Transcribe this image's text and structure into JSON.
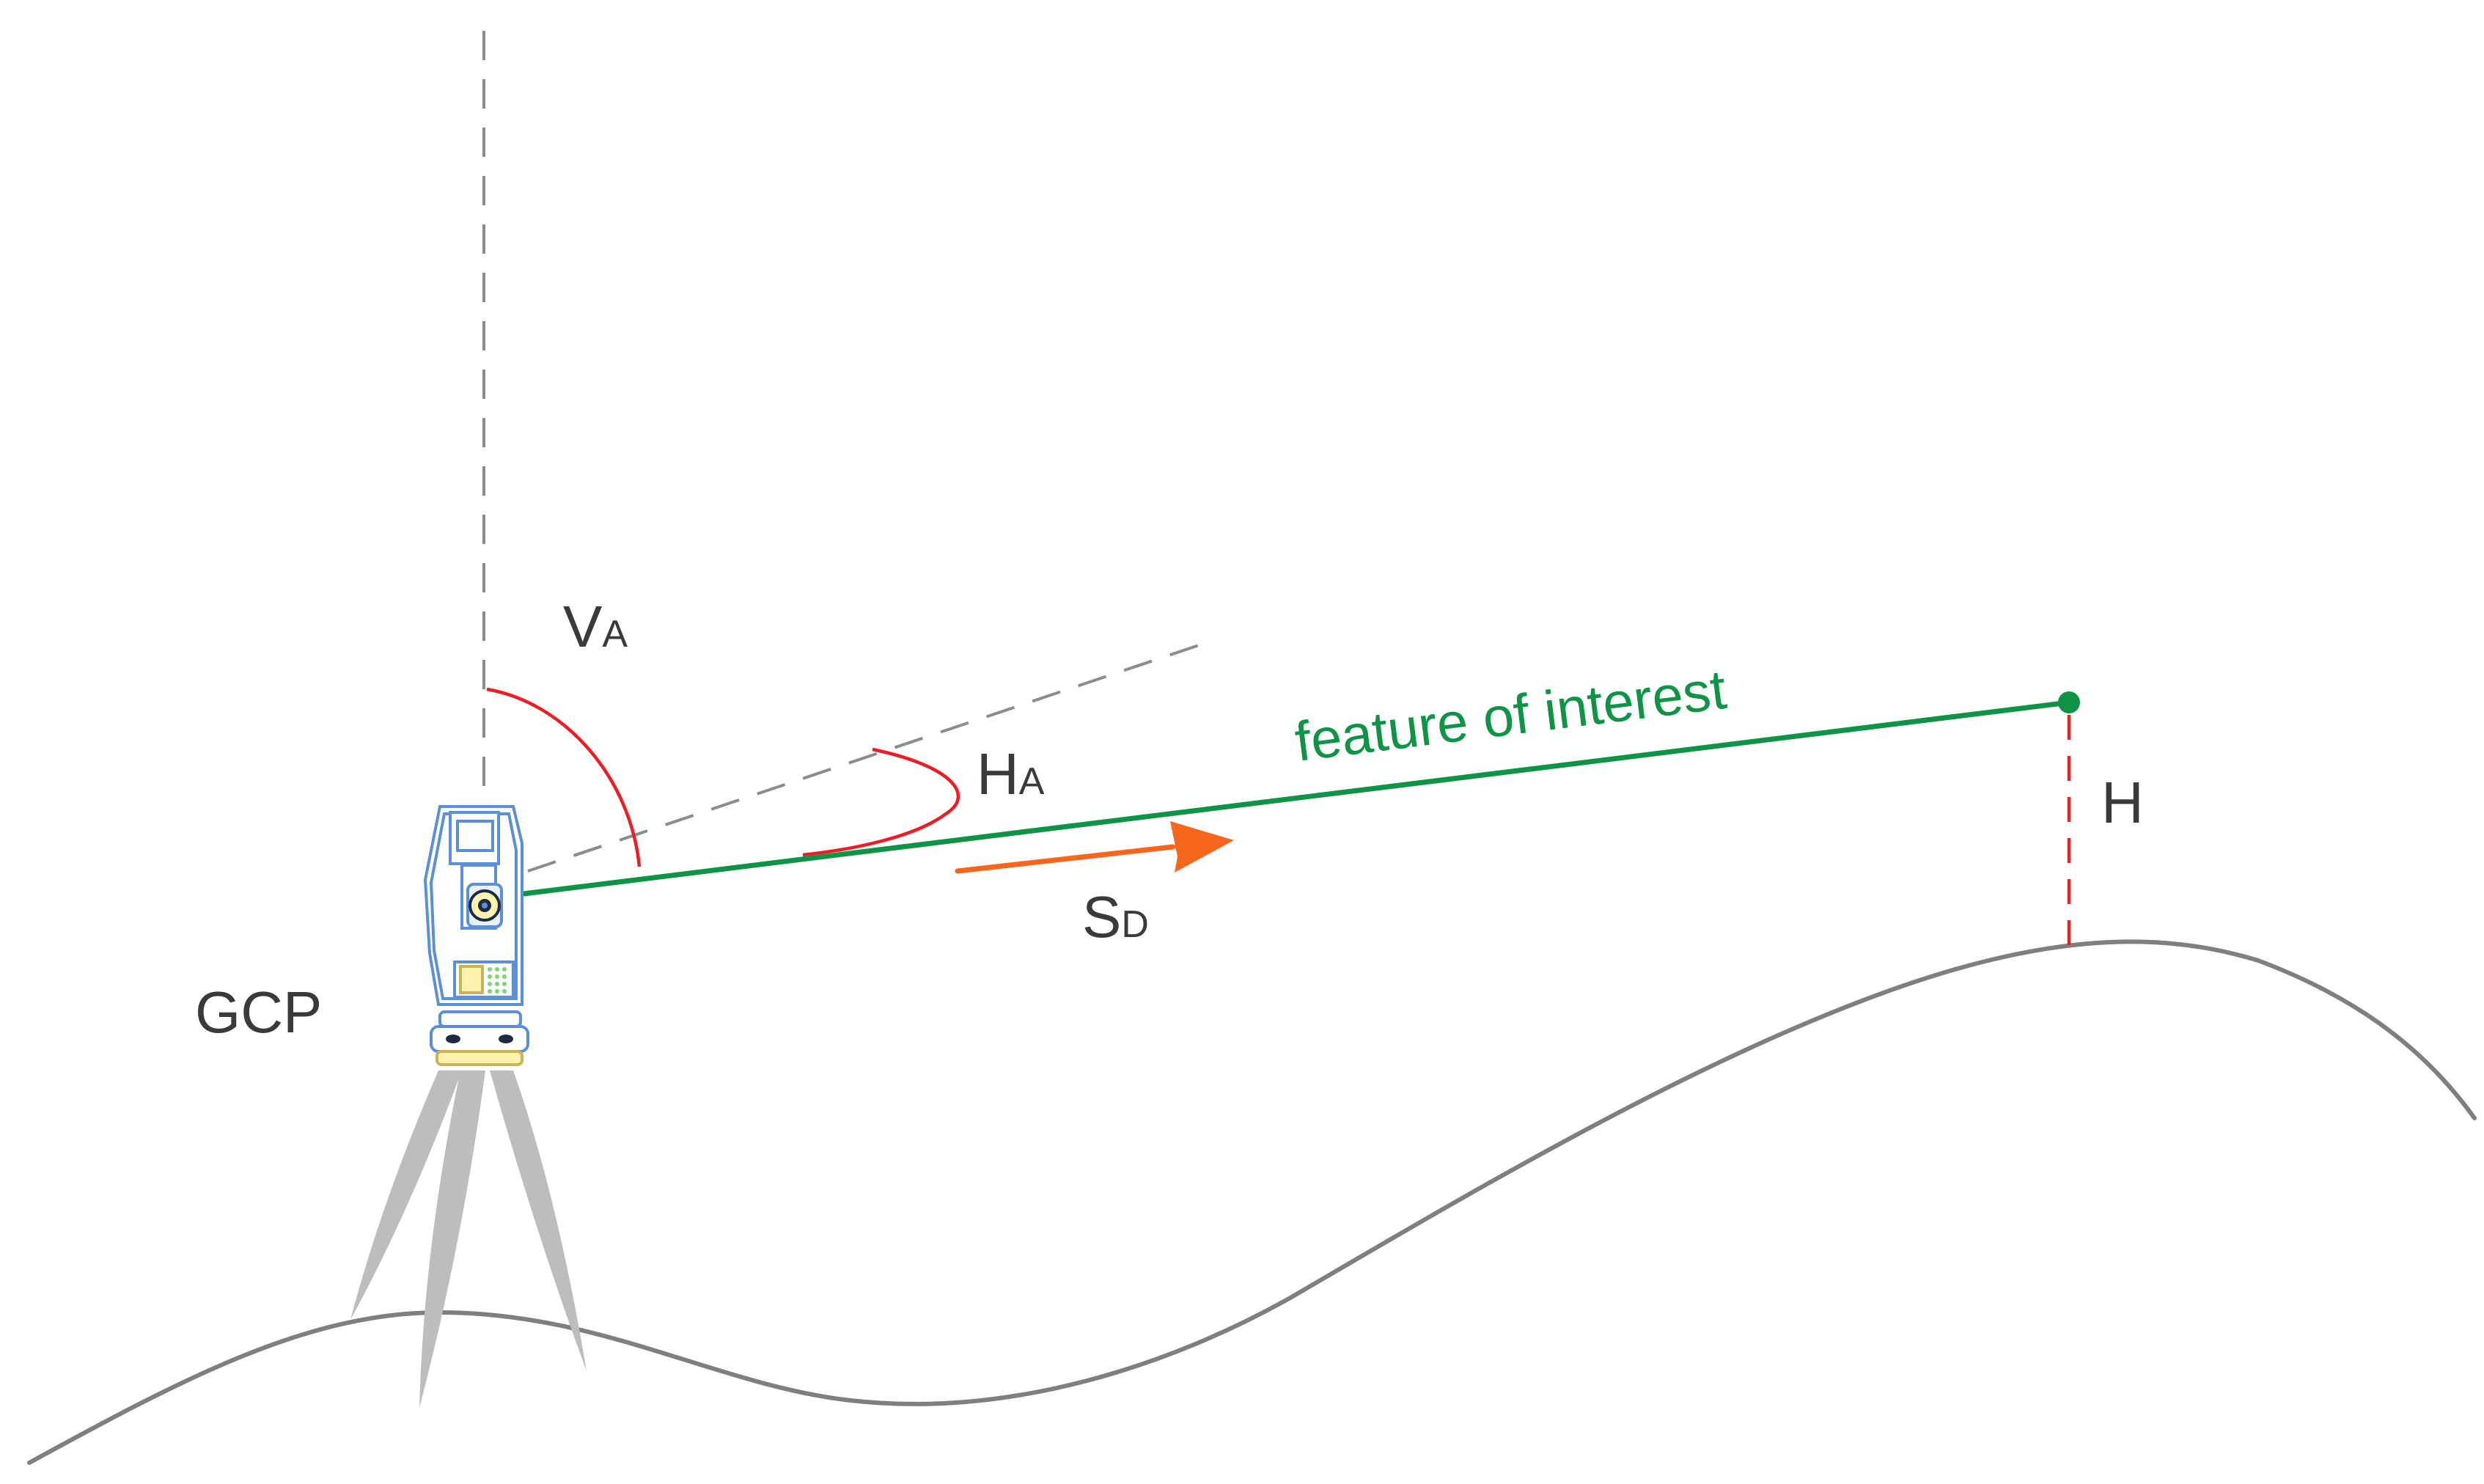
{
  "labels": {
    "va_main": "V",
    "va_sub": "A",
    "ha_main": "H",
    "ha_sub": "A",
    "sd_main": "S",
    "sd_sub": "D",
    "h": "H",
    "gcp": "GCP",
    "feature": "feature of interest"
  },
  "colors": {
    "sight_line": "#0f9447",
    "angle_arc": "#ee1c25",
    "height_dash": "#ee1c25",
    "direction_arrow": "#f7661d",
    "ground": "#7f7f7f",
    "guide_dash": "#8c8c8c",
    "instrument_outline": "#5b8fd6",
    "tripod": "#bdbdbd",
    "label_text": "#3a3a3a"
  },
  "icons": {
    "instrument": "total-station-icon",
    "tripod": "tripod-icon",
    "target": "target-point-icon"
  }
}
